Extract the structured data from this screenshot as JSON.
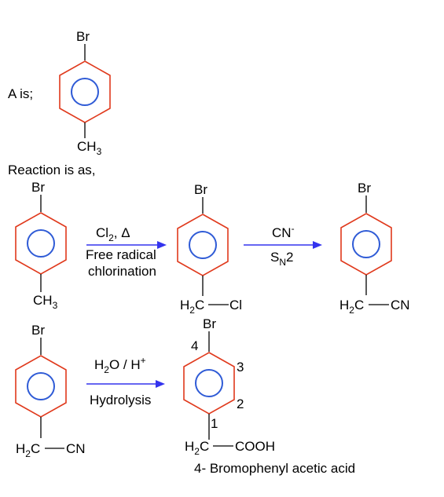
{
  "intro": {
    "a_is": "A is;",
    "reaction_is": "Reaction is as,"
  },
  "atoms": {
    "br": "Br",
    "ch": "CH",
    "h": "H",
    "c": "C",
    "sub2": "2",
    "sub3": "3",
    "cl": "Cl",
    "cn": "CN",
    "cooh": "COOH"
  },
  "step1": {
    "reagent_cl": "Cl",
    "reagent_sub": "2",
    "reagent_heat": ", Δ",
    "line2": "Free radical",
    "line3": "chlorination"
  },
  "step2": {
    "reagent": "CN",
    "charge": "-",
    "mech_s": "S",
    "mech_sub": "N",
    "mech_num": "2"
  },
  "step3": {
    "reagent_h": "H",
    "reagent_sub": "2",
    "reagent_o": "O / H",
    "reagent_plus": "+",
    "label": "Hydrolysis"
  },
  "numbering": {
    "n1": "1",
    "n2": "2",
    "n3": "3",
    "n4": "4"
  },
  "product_name": "4- Bromophenyl acetic acid",
  "colors": {
    "ring": "#e0391c",
    "aromatic_circle": "#2f5bd6",
    "arrow": "#3333ee"
  }
}
